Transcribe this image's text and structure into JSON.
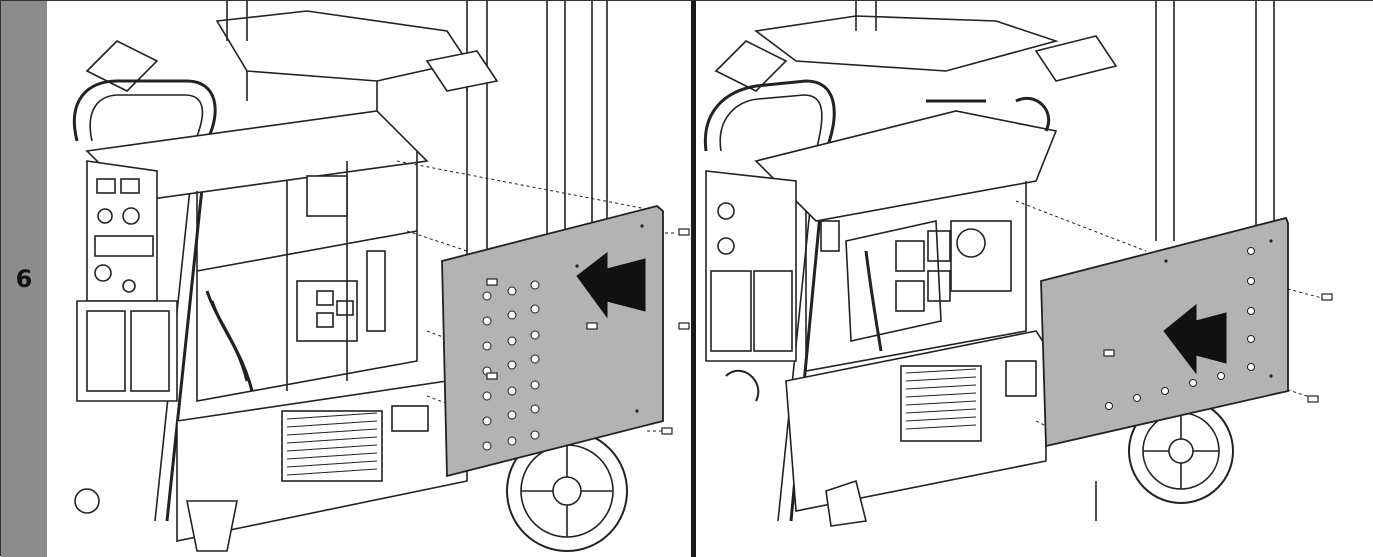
{
  "step": {
    "number": "6"
  },
  "colors": {
    "tab": "#8c8c8c",
    "cover_panel": "#b3b3b3",
    "line": "#222222",
    "arrow": "#111111",
    "divider": "#1a1a1a"
  },
  "panels": [
    {
      "id": "step-6a",
      "arrow_direction": "left",
      "icon": "arrow-left-icon"
    },
    {
      "id": "step-6b",
      "arrow_direction": "left",
      "icon": "arrow-left-icon"
    }
  ]
}
